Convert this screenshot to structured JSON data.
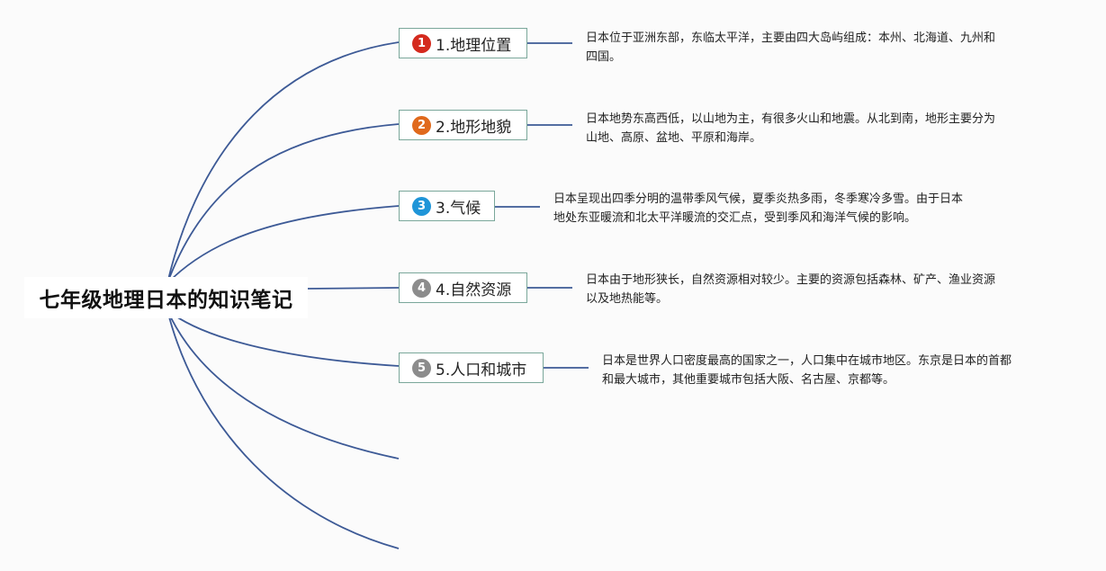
{
  "root": {
    "title": "七年级地理日本的知识笔记"
  },
  "topics": [
    {
      "badge": "1",
      "badge_color": "#d42a1e",
      "label": "1.地理位置",
      "note_lines": [
        "日本位于亚洲东部，东临太平洋，主要由四大岛屿组成：本州、北海道、九州和",
        "四国。"
      ]
    },
    {
      "badge": "2",
      "badge_color": "#e0691c",
      "label": "2.地形地貌",
      "note_lines": [
        "日本地势东高西低，以山地为主，有很多火山和地震。从北到南，地形主要分为",
        "山地、高原、盆地、平原和海岸。"
      ]
    },
    {
      "badge": "3",
      "badge_color": "#1f95d8",
      "label": "3.气候",
      "note_lines": [
        "日本呈现出四季分明的温带季风气候，夏季炎热多雨，冬季寒冷多雪。由于日本",
        "地处东亚暖流和北太平洋暖流的交汇点，受到季风和海洋气候的影响。"
      ]
    },
    {
      "badge": "4",
      "badge_color": "#8c8c8c",
      "label": "4.自然资源",
      "note_lines": [
        "日本由于地形狭长，自然资源相对较少。主要的资源包括森林、矿产、渔业资源",
        "以及地热能等。"
      ]
    },
    {
      "badge": "5",
      "badge_color": "#8c8c8c",
      "label": "5.人口和城市",
      "note_lines": [
        "日本是世界人口密度最高的国家之一，人口集中在城市地区。东京是日本的首都",
        "和最大城市，其他重要城市包括大阪、名古屋、京都等。"
      ]
    }
  ],
  "colors": {
    "branch_line": "#3d5a96",
    "topic_border": "#7aa79a"
  }
}
